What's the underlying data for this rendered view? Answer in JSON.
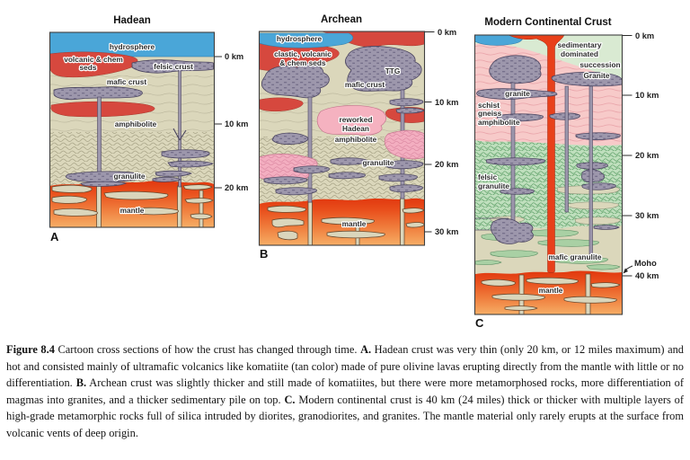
{
  "figure": {
    "panel_a": {
      "title": "Hadean",
      "letter": "A",
      "labels": {
        "hydrosphere": "hydrosphere",
        "volc1": "volcanic & chem",
        "volc2": "seds",
        "felsic_crust": "felsic crust",
        "mafic_crust": "mafic crust",
        "amphibolite": "amphibolite",
        "granulite": "granulite",
        "mantle": "mantle"
      },
      "ticks": [
        "0 km",
        "10 km",
        "20 km"
      ]
    },
    "panel_b": {
      "title": "Archean",
      "letter": "B",
      "labels": {
        "hydrosphere": "hydrosphere",
        "seds1": "clastic, volcanic",
        "seds2": "& chem seds",
        "ttg": "TTG",
        "mafic_crust": "mafic crust",
        "reworked1": "reworked",
        "reworked2": "Hadean",
        "amphibolite": "amphibolite",
        "granulite": "granulite",
        "mantle": "mantle"
      },
      "ticks": [
        "0 km",
        "10 km",
        "20 km",
        "30 km"
      ]
    },
    "panel_c": {
      "title": "Modern Continental Crust",
      "letter": "C",
      "labels": {
        "sedimentary": "sedimentary",
        "dominated": "dominated",
        "succession": "succession",
        "granite_sill": "Granite",
        "granite": "granite",
        "schist": "schist",
        "gneiss": "gneiss",
        "amphibolite": "amphibolite",
        "felsic1": "felsic",
        "felsic2": "granulite",
        "mafic_granulite": "mafic granulite",
        "mantle": "mantle",
        "moho": "Moho"
      },
      "ticks": [
        "0 km",
        "10 km",
        "20 km",
        "30 km",
        "40 km"
      ]
    }
  },
  "caption": {
    "fig_label": "Figure 8.4",
    "part1": " Cartoon cross sections of how the crust has changed through time. ",
    "a_label": "A.",
    "part2": " Hadean crust was very thin (only 20 km, or 12 miles maximum) and hot and consisted mainly of ultramafic volcanics like komatiite (tan color) made of pure olivine lavas erupting directly from the mantle with little or no differentiation. ",
    "b_label": "B.",
    "part3": " Archean crust was slightly thicker and still made of komatiites, but there were more metamorphosed rocks, more differentiation of magmas into granites, and a thicker sedimentary pile on top. ",
    "c_label": "C.",
    "part4": " Modern continental crust is 40 km (24 miles) thick or thicker with multiple layers of high-grade metamorphic rocks full of silica intruded by diorites, granodiorites, and granites. The mantle material only rarely erupts at the surface from volcanic vents of deep origin."
  },
  "colors": {
    "hydrosphere_blue": "#4AA6D8",
    "volcanic_red": "#D6483E",
    "mafic_tan": "#DBD7BB",
    "felsic_gray": "#9D97AC",
    "reworked_pink": "#F5B2C0",
    "schist_pink": "#F7CAC9",
    "sedimentary_green": "#D9EAD2",
    "granulite_green": "#BFDFBD",
    "mantle_top": "#E1380F",
    "mantle_bottom": "#F6AE66"
  }
}
